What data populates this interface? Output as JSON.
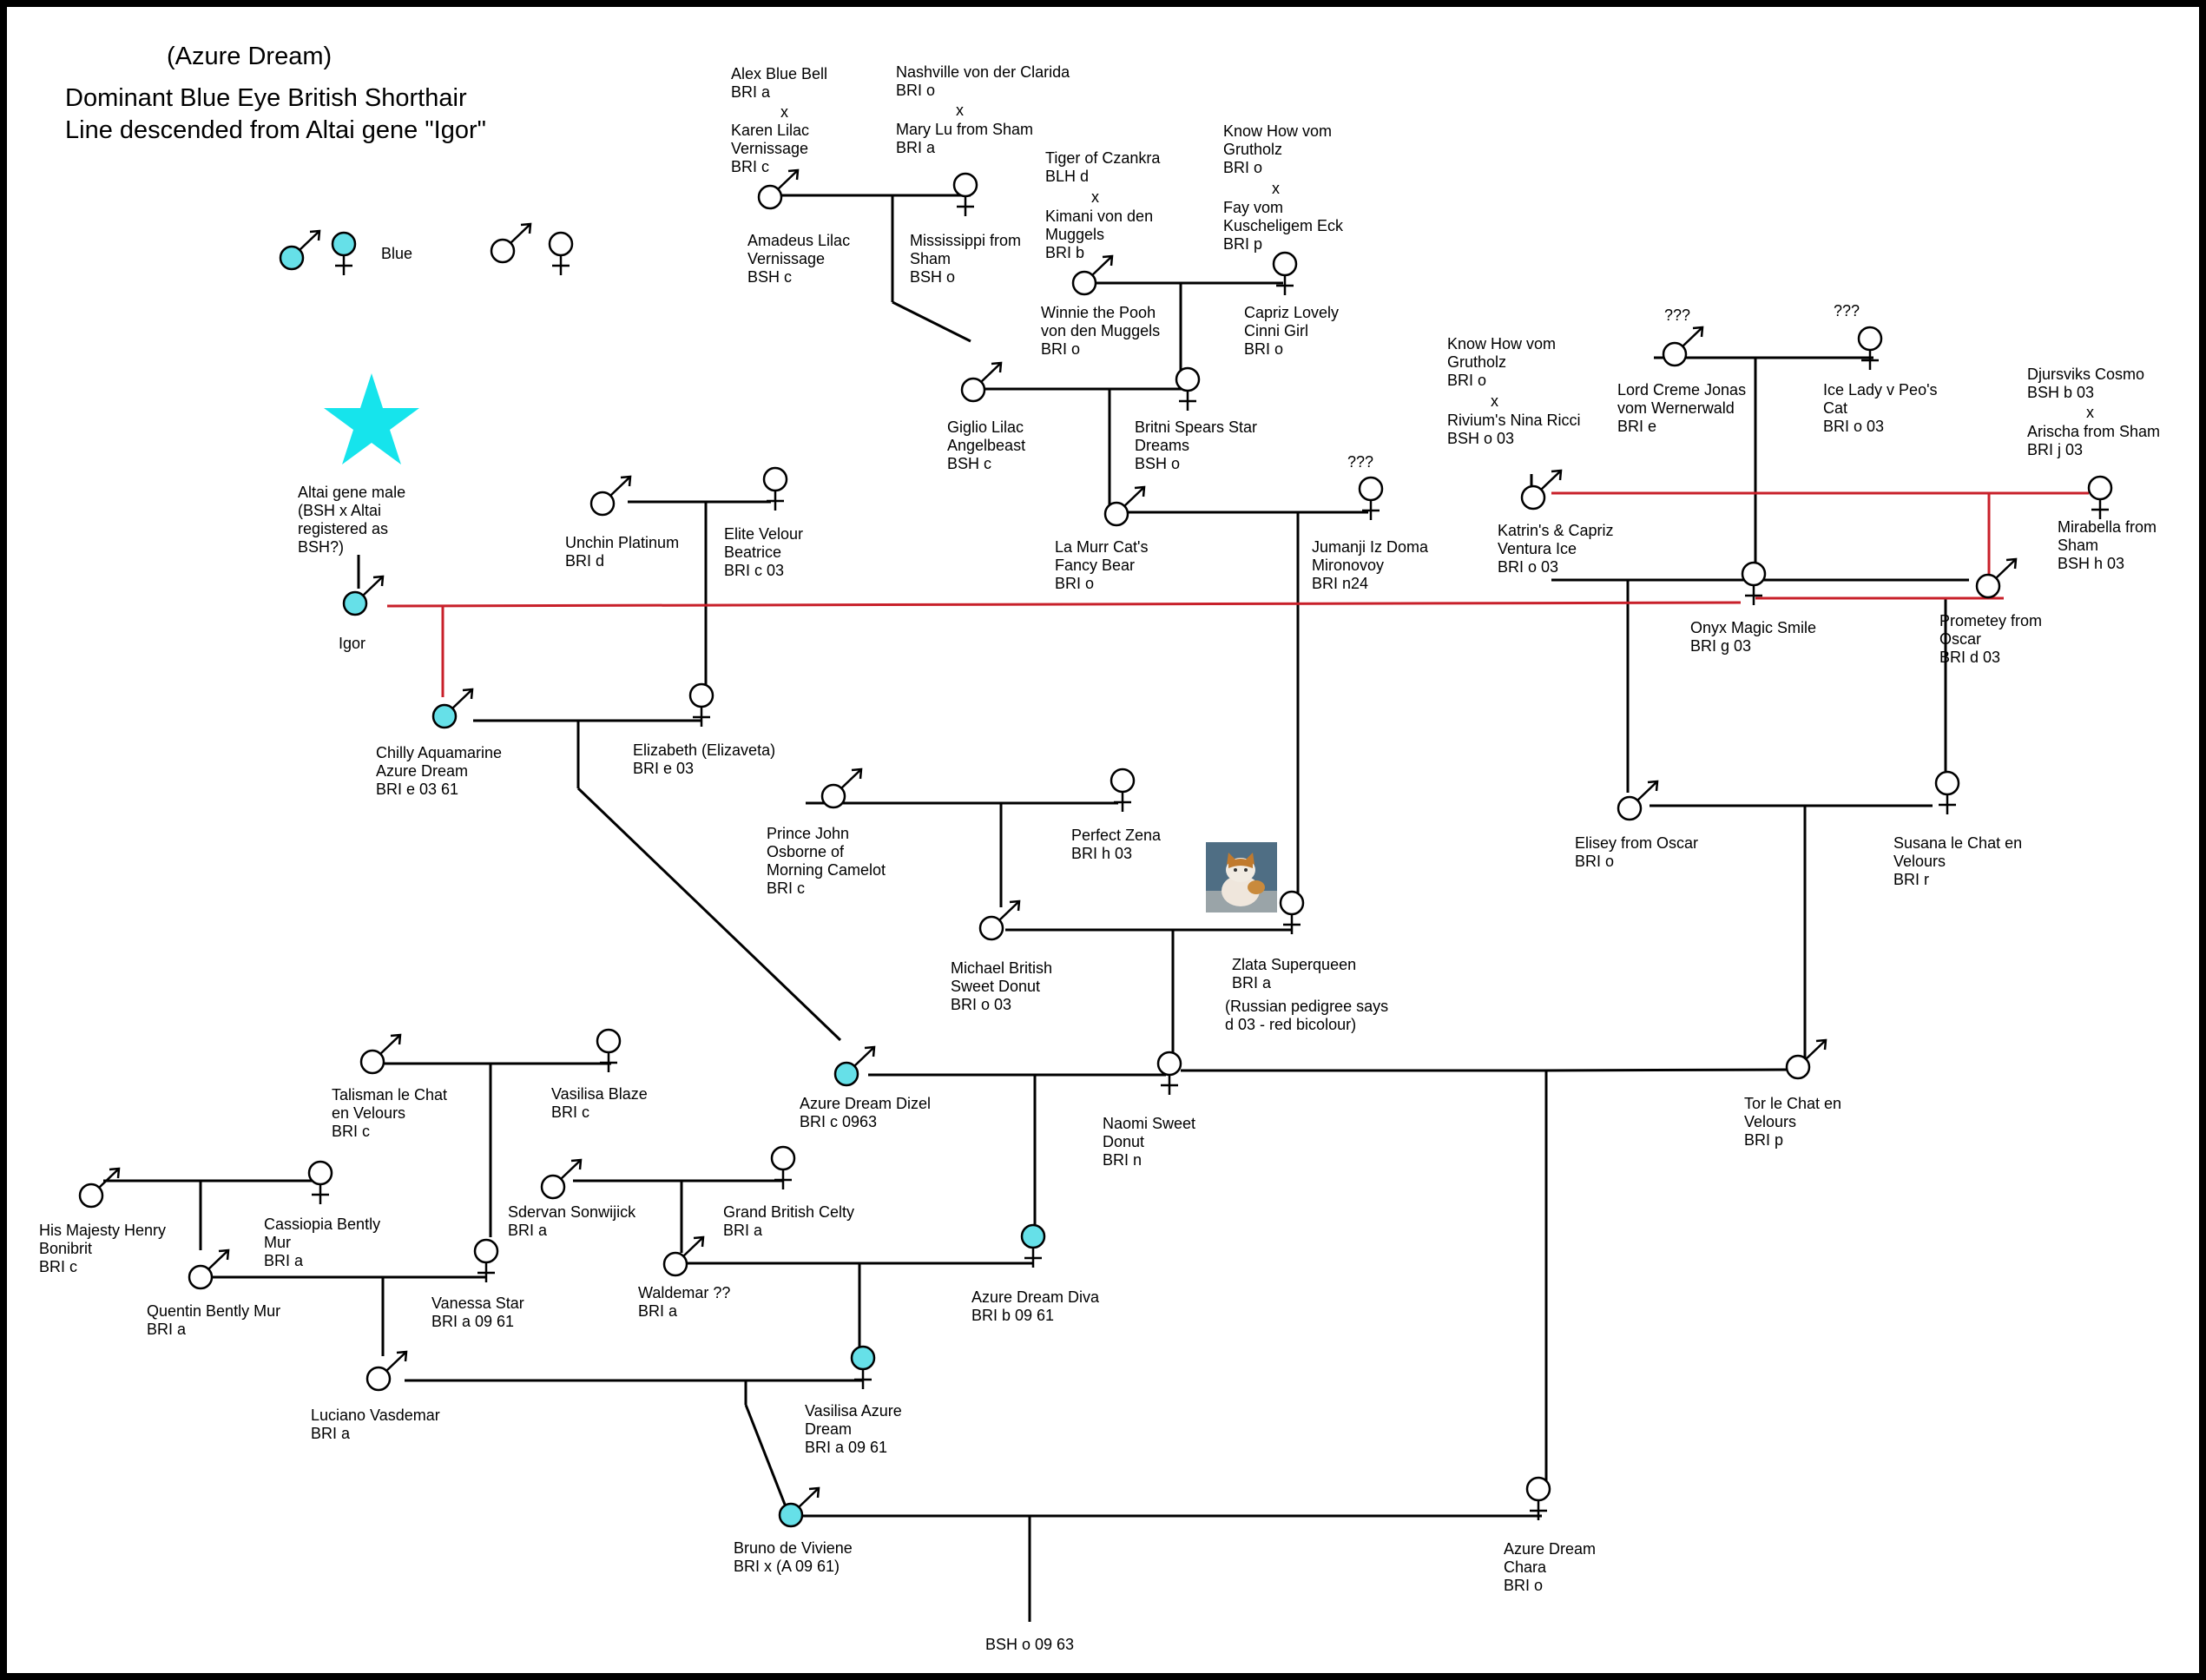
{
  "title": {
    "line1": "(Azure Dream)",
    "line2": "Dominant Blue Eye British Shorthair",
    "line3": "Line descended from Altai gene \"Igor\""
  },
  "legend": {
    "blue_label": "Blue"
  },
  "colors": {
    "blue": "#66e0e8",
    "line": "#000000",
    "red_line": "#c8202a",
    "star": "#16e4ec",
    "border": "#000000"
  },
  "icons": {
    "male": "male-symbol-icon",
    "female": "female-symbol-icon",
    "star": "star-icon",
    "photo": "cat-photo"
  },
  "labels": {
    "alex": "Alex Blue Bell\nBRI a",
    "x1": "x",
    "karen": "Karen Lilac\nVernissage\nBRI c",
    "nashville": "Nashville von der Clarida\nBRI o",
    "x2": "x",
    "marylu": "Mary Lu from Sham\nBRI a",
    "amadeus": "Amadeus Lilac\nVernissage\nBSH c",
    "mississippi": "Mississippi from\nSham\nBSH o",
    "tiger": "Tiger of Czankra\nBLH d",
    "x3": "x",
    "kimani": "Kimani von den\nMuggels\nBRI b",
    "knowhow1": "Know How vom\nGrutholz\nBRI o",
    "x4": "x",
    "fay": "Fay vom\nKuscheligem Eck\nBRI p",
    "winnie": "Winnie the Pooh\nvon den Muggels\nBRI o",
    "capriz": "Capriz Lovely\nCinni Girl\nBRI o",
    "giglio": "Giglio Lilac\nAngelbeast\nBSH c",
    "britni": "Britni Spears Star\nDreams\nBSH o",
    "q1": "???",
    "lamurr": "La Murr Cat's\nFancy Bear\nBRI o",
    "jumanji": "Jumanji Iz Doma\nMironovoy\nBRI n24",
    "unchin": "Unchin Platinum\nBRI d",
    "elite": "Elite Velour\nBeatrice\nBRI c 03",
    "altai": "Altai gene male\n(BSH x Altai\nregistered as\nBSH?)",
    "igor": "Igor",
    "chilly": "Chilly Aquamarine\nAzure Dream\nBRI e 03 61",
    "elizabeth": "Elizabeth (Elizaveta)\nBRI e 03",
    "knowhow2": "Know How vom\nGrutholz\nBRI o",
    "x5": "x",
    "rivium": "Rivium's Nina Ricci\nBSH o 03",
    "q2": "???",
    "q3": "???",
    "lordcreme": "Lord Creme Jonas\nvom Wernerwald\nBRI e",
    "icelady": "Ice Lady v Peo's\nCat\n BRI o 03",
    "djursviks": "Djursviks Cosmo\nBSH b 03",
    "x6": "x",
    "arischa": "Arischa from Sham\nBRI j 03",
    "katrin": "Katrin's & Capriz\nVentura Ice\nBRI o 03",
    "mirabella": "Mirabella from\nSham\nBSH h 03",
    "onyx": "Onyx Magic Smile\nBRI g 03",
    "prometey": "Prometey from\nOscar\nBRI d 03",
    "prince": "Prince John\nOsborne of\nMorning Camelot\nBRI c",
    "perfect": "Perfect Zena\nBRI h 03",
    "michael": "Michael British\nSweet Donut\nBRI o 03",
    "zlata": "Zlata Superqueen\nBRI a",
    "zlata_note": "(Russian pedigree says\nd  03 - red bicolour)",
    "elisey": "Elisey from Oscar\nBRI o",
    "susana": "Susana le Chat en\nVelours\nBRI r",
    "talisman": "Talisman le Chat\nen Velours\nBRI c",
    "vasilisablaze": "Vasilisa Blaze\nBRI c",
    "dizel": "Azure Dream Dizel\nBRI c 0963",
    "naomi": "Naomi Sweet\nDonut\nBRI n",
    "tor": "Tor le Chat en\nVelours\nBRI p",
    "henry": "His Majesty Henry\nBonibrit\nBRI c",
    "cassiopia": "Cassiopia Bently\nMur\nBRI a",
    "quentin": "Quentin  Bently Mur\n BRI a",
    "vanessa": "Vanessa Star\nBRI a 09 61",
    "sdervan": "Sdervan Sonwijick\nBRI a",
    "grandbritish": "Grand British Celty\nBRI a",
    "waldemar": "Waldemar ??\nBRI a",
    "diva": "Azure Dream Diva\nBRI b 09 61",
    "luciano": "Luciano Vasdemar\nBRI a",
    "vasilisaazure": "Vasilisa Azure\nDream\nBRI a 09 61",
    "bruno": "Bruno de Viviene\nBRI x (A 09 61)",
    "chara": "Azure Dream\nChara\nBRI o",
    "bsho": "BSH o 09 63"
  }
}
